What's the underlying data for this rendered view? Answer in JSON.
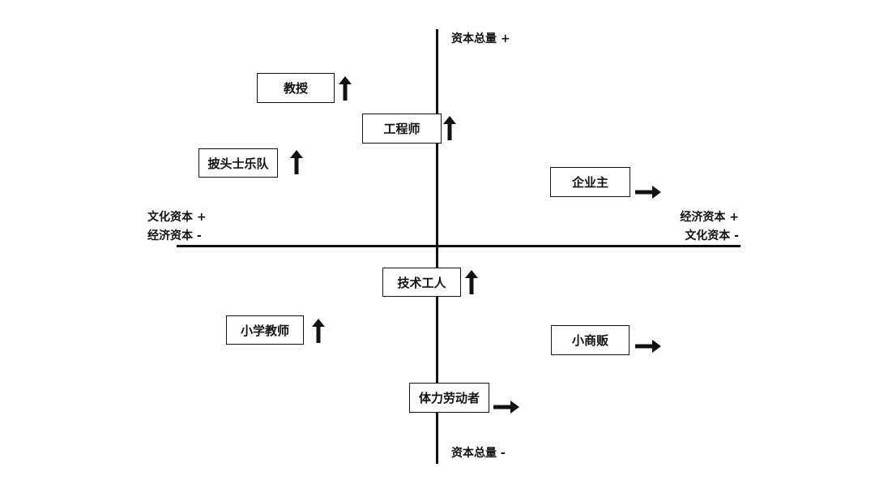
{
  "axes": {
    "vertical_top": "资本总量 +",
    "vertical_bottom": "资本总量 -",
    "left_upper": "文化资本 +",
    "left_lower": "经济资本 -",
    "right_upper": "经济资本 +",
    "right_lower": "文化资本 -"
  },
  "groups": [
    {
      "label": "教授",
      "arrow": "up"
    },
    {
      "label": "工程师",
      "arrow": "up"
    },
    {
      "label": "披头士乐队",
      "arrow": "up"
    },
    {
      "label": "企业主",
      "arrow": "right"
    },
    {
      "label": "技术工人",
      "arrow": "up"
    },
    {
      "label": "小学教师",
      "arrow": "up"
    },
    {
      "label": "小商贩",
      "arrow": "right"
    },
    {
      "label": "体力劳动者",
      "arrow": "right"
    }
  ],
  "colors": {
    "line": "#111111",
    "background": "#ffffff"
  }
}
